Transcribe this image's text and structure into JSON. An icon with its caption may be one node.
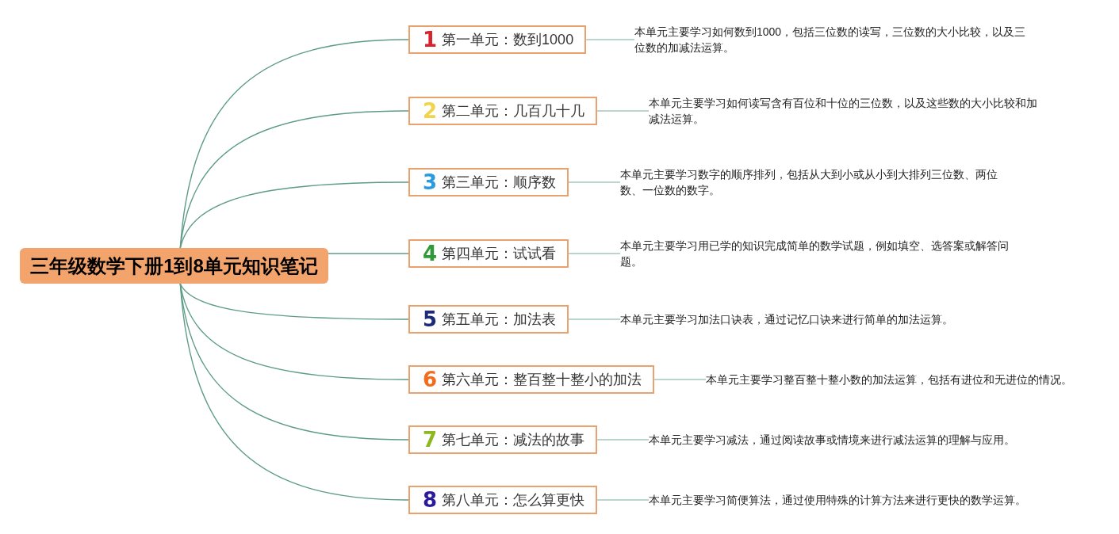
{
  "diagram": {
    "nodes": [
      {
        "text": [
          "三年级数学下册1到8单元知识笔记"
        ]
      },
      {
        "text": [
          "1",
          "第一单元：数到1000"
        ]
      },
      {
        "text": [
          "本单元主要学习如何数到1000，包括三位数的读写，三位数的大小比较，以及三位数的加减法运算。"
        ]
      },
      {
        "text": [
          "2",
          "第二单元：几百几十几"
        ]
      },
      {
        "text": [
          "本单元主要学习如何读写含有百位和十位的三位数，以及这些数的大小比较和加减法运算。"
        ]
      },
      {
        "text": [
          "3",
          "第三单元：顺序数"
        ]
      },
      {
        "text": [
          "本单元主要学习数字的顺序排列，包括从大到小或从小到大排列三位数、两位数、一位数的数字。"
        ]
      },
      {
        "text": [
          "4",
          "第四单元：试试看"
        ]
      },
      {
        "text": [
          "本单元主要学习用已学的知识完成简单的数学试题，例如填空、选答案或解答问题。"
        ]
      },
      {
        "text": [
          "5",
          "第五单元：加法表"
        ]
      },
      {
        "text": [
          "本单元主要学习加法口诀表，通过记忆口诀来进行简单的加法运算。"
        ]
      },
      {
        "text": [
          "6",
          "第六单元：整百整十整小的加法"
        ]
      },
      {
        "text": [
          "本单元主要学习整百整十整小数的加法运算，包括有进位和无进位的情况。"
        ]
      },
      {
        "text": [
          "7",
          "第七单元：减法的故事"
        ]
      },
      {
        "text": [
          "本单元主要学习减法，通过阅读故事或情境来进行减法运算的理解与应用。"
        ]
      },
      {
        "text": [
          "8",
          "第八单元：怎么算更快"
        ]
      },
      {
        "text": [
          "本单元主要学习简便算法，通过使用特殊的计算方法来进行更快的数学运算。"
        ]
      }
    ],
    "edges": [
      {
        "from": 0,
        "to": 1,
        "arrow": "none"
      },
      {
        "from": 1,
        "to": 2,
        "arrow": "none",
        "color": "#a3c6bf"
      },
      {
        "from": 0,
        "to": 3,
        "arrow": "none"
      },
      {
        "from": 3,
        "to": 4,
        "arrow": "none",
        "color": "#a3c6bf"
      },
      {
        "from": 0,
        "to": 5,
        "arrow": "none"
      },
      {
        "from": 5,
        "to": 6,
        "arrow": "none",
        "color": "#a3c6bf"
      },
      {
        "from": 0,
        "to": 7,
        "arrow": "none"
      },
      {
        "from": 7,
        "to": 8,
        "arrow": "none",
        "color": "#a3c6bf"
      },
      {
        "from": 0,
        "to": 9,
        "arrow": "none"
      },
      {
        "from": 9,
        "to": 10,
        "arrow": "none",
        "color": "#a3c6bf"
      },
      {
        "from": 0,
        "to": 11,
        "arrow": "none"
      },
      {
        "from": 11,
        "to": 12,
        "arrow": "none",
        "color": "#a3c6bf"
      },
      {
        "from": 0,
        "to": 13,
        "arrow": "none"
      },
      {
        "from": 13,
        "to": 14,
        "arrow": "none",
        "color": "#a3c6bf"
      },
      {
        "from": 0,
        "to": 15,
        "arrow": "none"
      },
      {
        "from": 15,
        "to": 16,
        "arrow": "none",
        "color": "#a3c6bf"
      }
    ]
  }
}
